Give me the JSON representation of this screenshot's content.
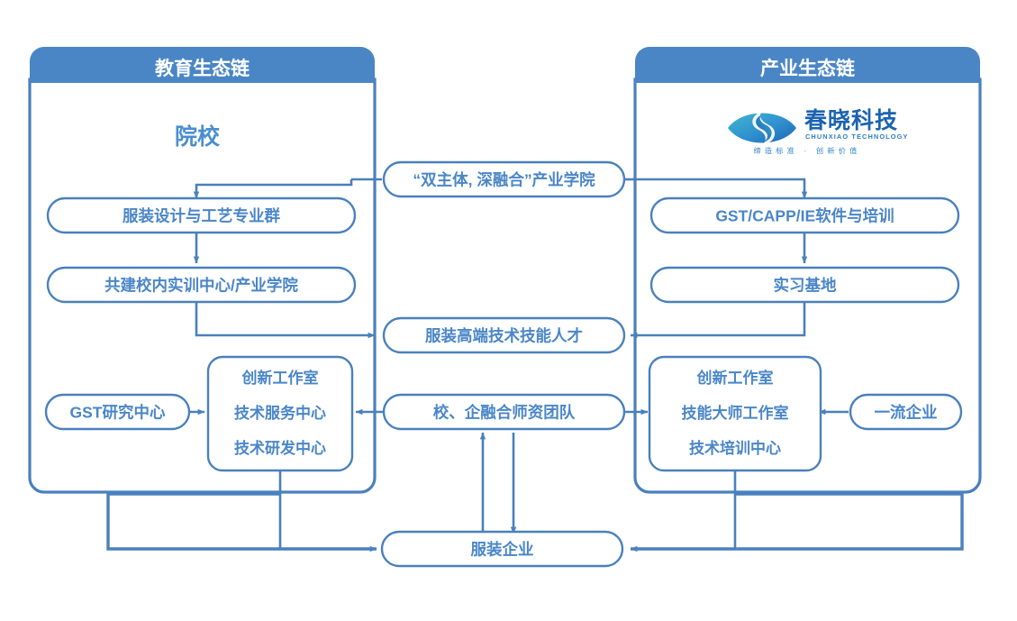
{
  "diagram": {
    "title_left": "教育生态链",
    "title_right": "产业生态链",
    "colors": {
      "panel_header": "#4a86c5",
      "node_border": "#4a80bd",
      "node_text": "#4a86c8",
      "connector": "#4a80bd",
      "logo_blue": "#1b63b0",
      "logo_teal": "#3fb3c8"
    }
  },
  "left_panel": {
    "header": "教育生态链",
    "subtitle": "院校",
    "nodes": [
      {
        "id": "major-group",
        "label": "服装设计与工艺专业群"
      },
      {
        "id": "training-center",
        "label": "共建校内实训中心/产业学院"
      },
      {
        "id": "gst-research",
        "label": "GST研究中心"
      }
    ],
    "group_box": {
      "id": "left-innovation-group",
      "lines": [
        "创新工作室",
        "技术服务中心",
        "技术研发中心"
      ]
    }
  },
  "right_panel": {
    "header": "产业生态链",
    "logo": {
      "name_cn": "春晓科技",
      "name_en": "CHUNXIAO TECHNOLOGY",
      "tagline": "缔造标准 · 创新价值",
      "icon": "eye-swoosh-logo-icon"
    },
    "nodes": [
      {
        "id": "gst-capp-ie",
        "label": "GST/CAPP/IE软件与培训"
      },
      {
        "id": "internship-base",
        "label": "实习基地"
      },
      {
        "id": "top-enterprise",
        "label": "一流企业"
      }
    ],
    "group_box": {
      "id": "right-innovation-group",
      "lines": [
        "创新工作室",
        "技能大师工作室",
        "技术培训中心"
      ]
    }
  },
  "center_nodes": [
    {
      "id": "industry-college",
      "label": "“双主体, 深融合”产业学院"
    },
    {
      "id": "talent",
      "label": "服装高端技术技能人才"
    },
    {
      "id": "faculty-team",
      "label": "校、企融合师资团队"
    },
    {
      "id": "apparel-enterprise",
      "label": "服装企业"
    }
  ]
}
